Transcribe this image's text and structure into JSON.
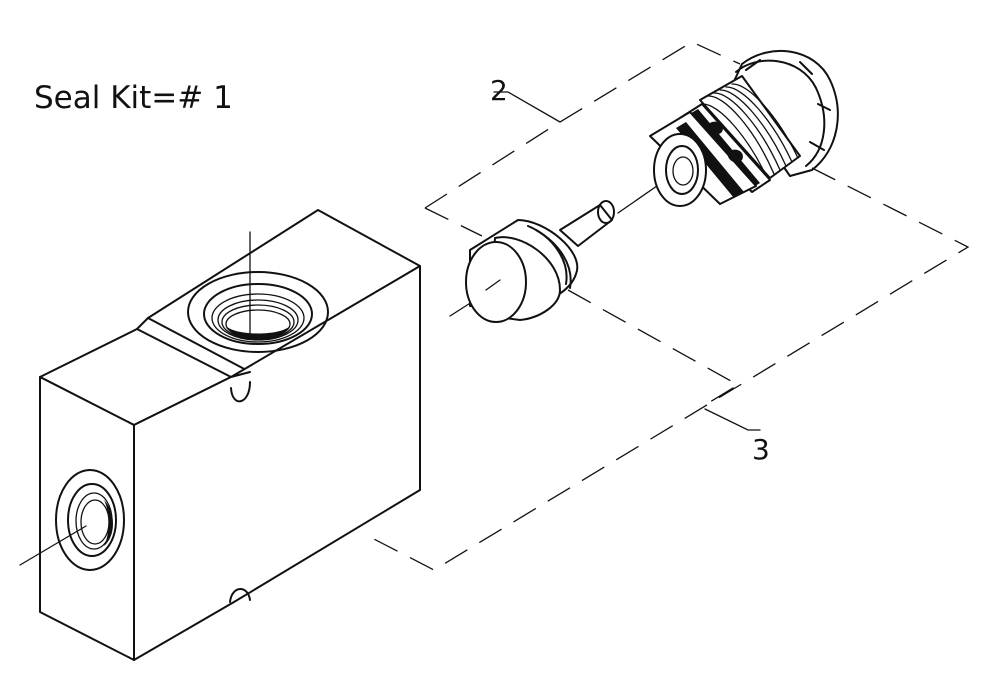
{
  "title": "Seal Kit=# 1",
  "callouts": [
    {
      "id": "2",
      "text": "2"
    },
    {
      "id": "3",
      "text": "3"
    }
  ]
}
